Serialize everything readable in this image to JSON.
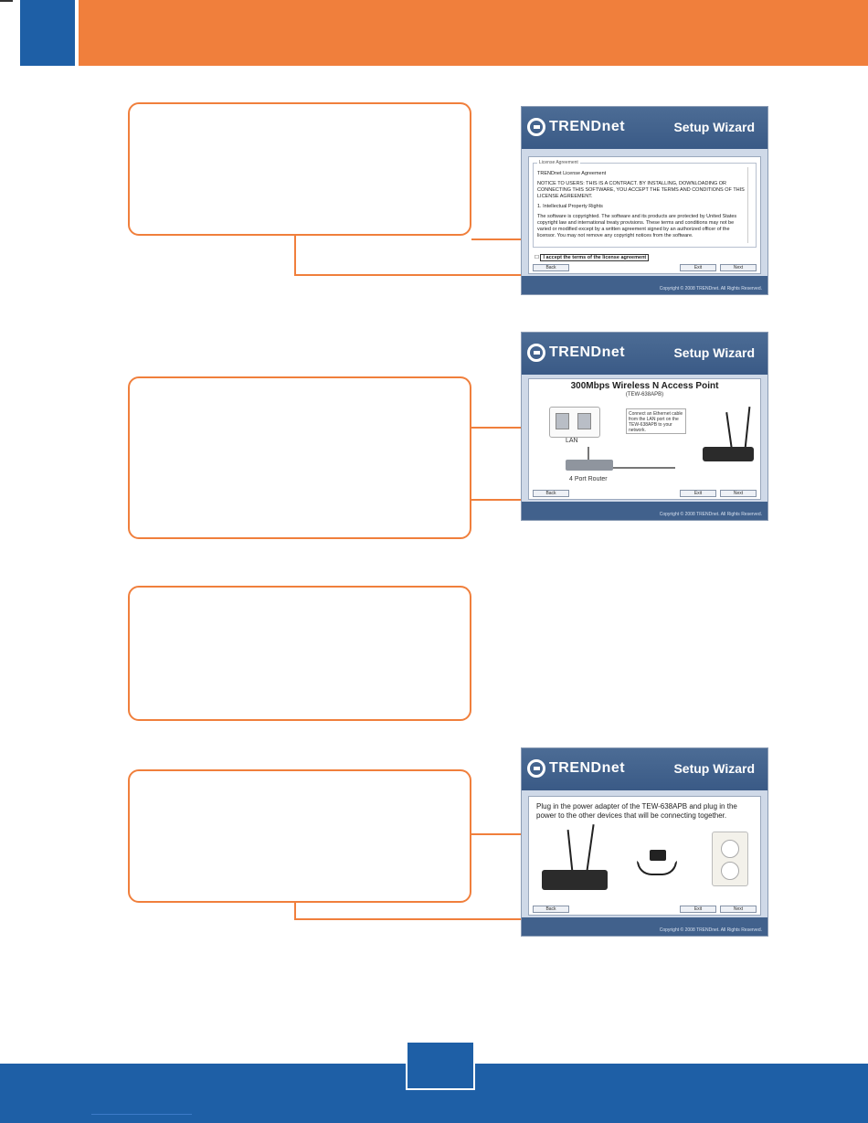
{
  "header": {
    "title": ""
  },
  "wizards": {
    "license": {
      "title": "Setup Wizard",
      "logo": "TRENDnet",
      "frame_label": "License Agreement",
      "text_lines": [
        "TRENDnet License Agreement",
        "NOTICE TO USERS: THIS IS A CONTRACT. BY INSTALLING, DOWNLOADING OR CONNECTING THIS SOFTWARE, YOU ACCEPT THE TERMS AND CONDITIONS OF THIS LICENSE AGREEMENT.",
        "1. Intellectual Property Rights",
        "The software is copyrighted. The software and its products are protected by United States copyright law and international treaty provisions. These terms and conditions may not be varied or modified except by a written agreement signed by an authorized officer of the licensor. You may not remove any copyright notices from the software."
      ],
      "accept_label": "I accept the terms of the license agreement",
      "back_label": "Back",
      "exit_label": "Exit",
      "next_label": "Next",
      "copyright": "Copyright © 2008 TRENDnet. All Rights Reserved."
    },
    "diagram": {
      "title": "Setup Wizard",
      "logo": "TRENDnet",
      "product": "300Mbps Wireless N Access Point",
      "model": "(TEW-638APB)",
      "lan_label": "LAN",
      "switch_label": "4 Port Router",
      "info_text": "Connect an Ethernet cable from the LAN port on the TEW-638APB to your network.",
      "back_label": "Back",
      "exit_label": "Exit",
      "next_label": "Next",
      "copyright": "Copyright © 2008 TRENDnet. All Rights Reserved."
    },
    "power": {
      "title": "Setup Wizard",
      "logo": "TRENDnet",
      "instruction": "Plug in the power adapter of the TEW-638APB and plug in the power to the other devices that will be connecting together.",
      "back_label": "Back",
      "exit_label": "Exit",
      "next_label": "Next",
      "copyright": "Copyright © 2008 TRENDnet. All Rights Reserved."
    }
  },
  "footer": {
    "page_number": ""
  },
  "colors": {
    "orange": "#f07f3c",
    "blue": "#1e5fa6"
  }
}
